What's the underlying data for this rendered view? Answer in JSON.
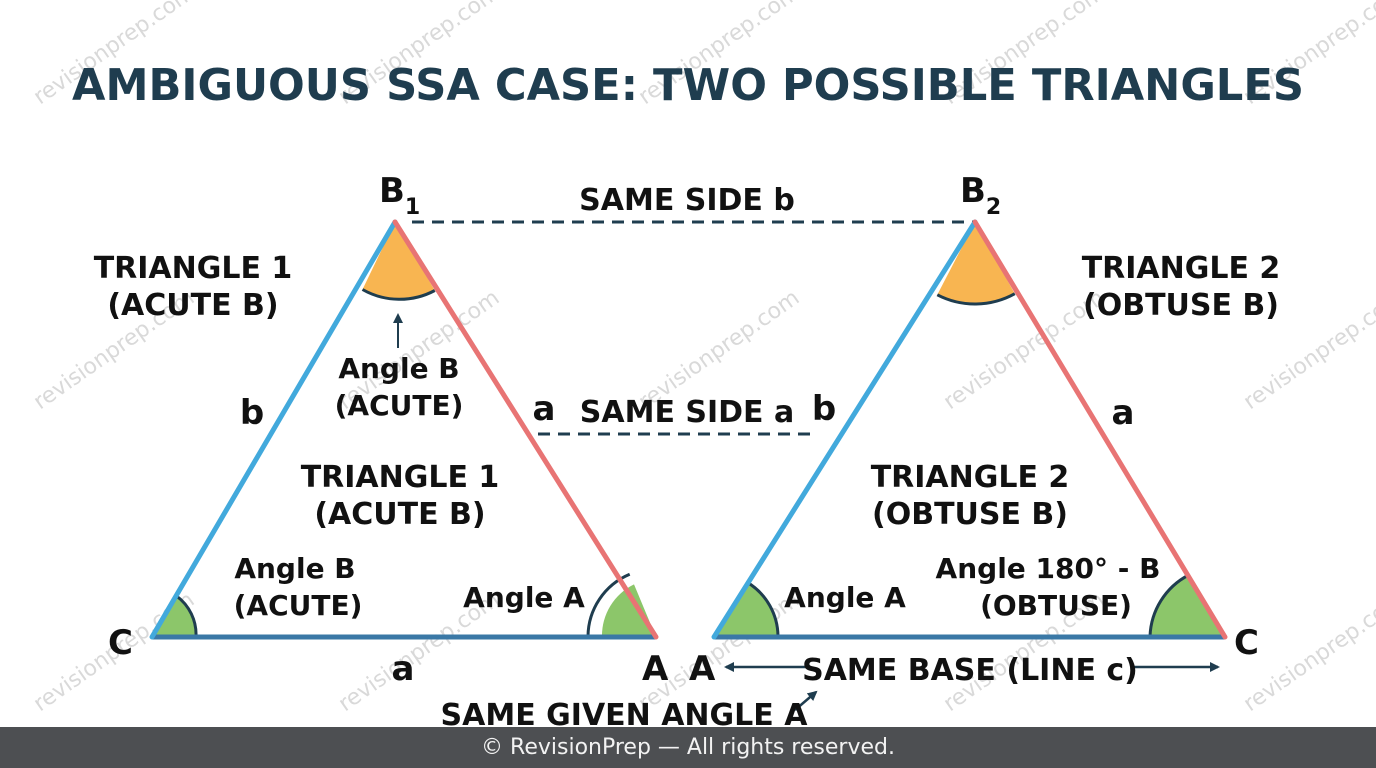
{
  "title": "AMBIGUOUS SSA CASE: TWO POSSIBLE TRIANGLES",
  "watermark": "revisionprep.com",
  "footer": "© RevisionPrep — All rights reserved.",
  "colors": {
    "title": "#1f3d4f",
    "side_b": "#42a9dc",
    "side_a": "#e87474",
    "base": "#3a78a6",
    "angle_b": "#f8b551",
    "angle_a": "#8cc66a",
    "dashed": "#1f3d4f",
    "footer_bg": "#4d4f52"
  },
  "triangle1": {
    "vertex_top": "B",
    "vertex_top_sub": "1",
    "vertex_left": "C",
    "vertex_right": "A",
    "side_left": "b",
    "side_right": "a",
    "side_bottom": "a",
    "outer_label_line1": "TRIANGLE 1",
    "outer_label_line2": "(ACUTE B)",
    "inner_label_line1": "TRIANGLE 1",
    "inner_label_line2": "(ACUTE B)",
    "top_angle_line1": "Angle B",
    "top_angle_line2": "(ACUTE)",
    "left_angle_line1": "Angle B",
    "left_angle_line2": "(ACUTE)",
    "right_angle": "Angle A"
  },
  "triangle2": {
    "vertex_top": "B",
    "vertex_top_sub": "2",
    "vertex_left": "A",
    "vertex_right": "C",
    "side_left": "b",
    "side_right": "a",
    "outer_label_line1": "TRIANGLE 2",
    "outer_label_line2": "(OBTUSE B)",
    "inner_label_line1": "TRIANGLE 2",
    "inner_label_line2": "(OBTUSE B)",
    "left_angle": "Angle A",
    "right_angle_line1": "Angle 180° - B",
    "right_angle_line2": "(OBTUSE)"
  },
  "connectors": {
    "same_side_b": "SAME SIDE b",
    "same_side_a": "SAME SIDE a",
    "same_base": "SAME BASE (LINE c)",
    "same_angle": "SAME GIVEN ANGLE A"
  }
}
